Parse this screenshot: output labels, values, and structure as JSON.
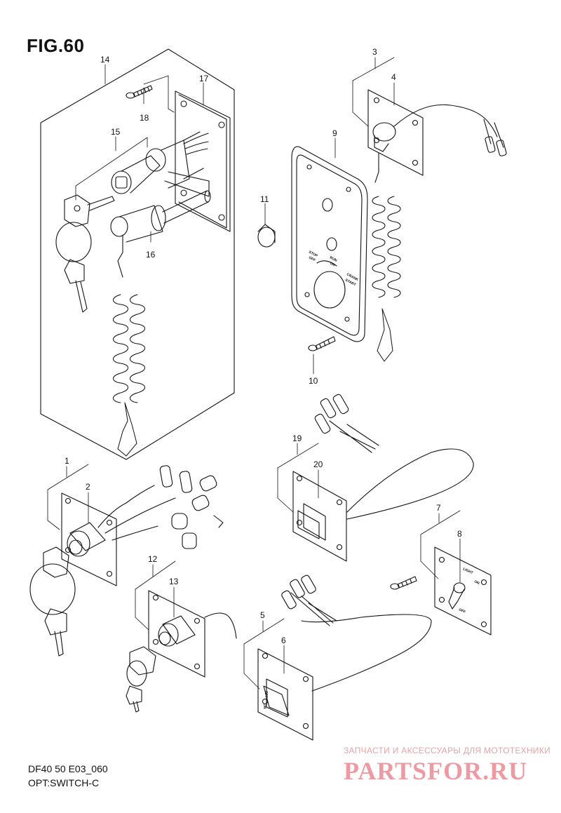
{
  "header": {
    "figure_label": "FIG.60"
  },
  "footer": {
    "model_code": "DF40 50 E03_060",
    "group_name": "OPT:SWITCH-C"
  },
  "watermark": {
    "tagline": "ЗАПЧАСТИ И АКСЕССУАРЫ ДЛЯ МОТОТЕХНИКИ",
    "site": "PARTSFOR.RU",
    "color": "#ee9aa2"
  },
  "parts": [
    {
      "ref": "1"
    },
    {
      "ref": "2"
    },
    {
      "ref": "3"
    },
    {
      "ref": "4"
    },
    {
      "ref": "5"
    },
    {
      "ref": "6"
    },
    {
      "ref": "7"
    },
    {
      "ref": "8"
    },
    {
      "ref": "9"
    },
    {
      "ref": "10"
    },
    {
      "ref": "11"
    },
    {
      "ref": "12"
    },
    {
      "ref": "13"
    },
    {
      "ref": "14"
    },
    {
      "ref": "15"
    },
    {
      "ref": "16"
    },
    {
      "ref": "17"
    },
    {
      "ref": "18"
    },
    {
      "ref": "19"
    },
    {
      "ref": "20"
    }
  ],
  "panel_labels": {
    "stop": "STOP",
    "off": "OFF",
    "run": "RUN",
    "on": "ON",
    "crank": "CRANK",
    "start": "START",
    "light": "LIGHT",
    "light_on": "ON",
    "light_off": "OFF",
    "rocker_off": "OFF",
    "rocker_on": "ON"
  }
}
